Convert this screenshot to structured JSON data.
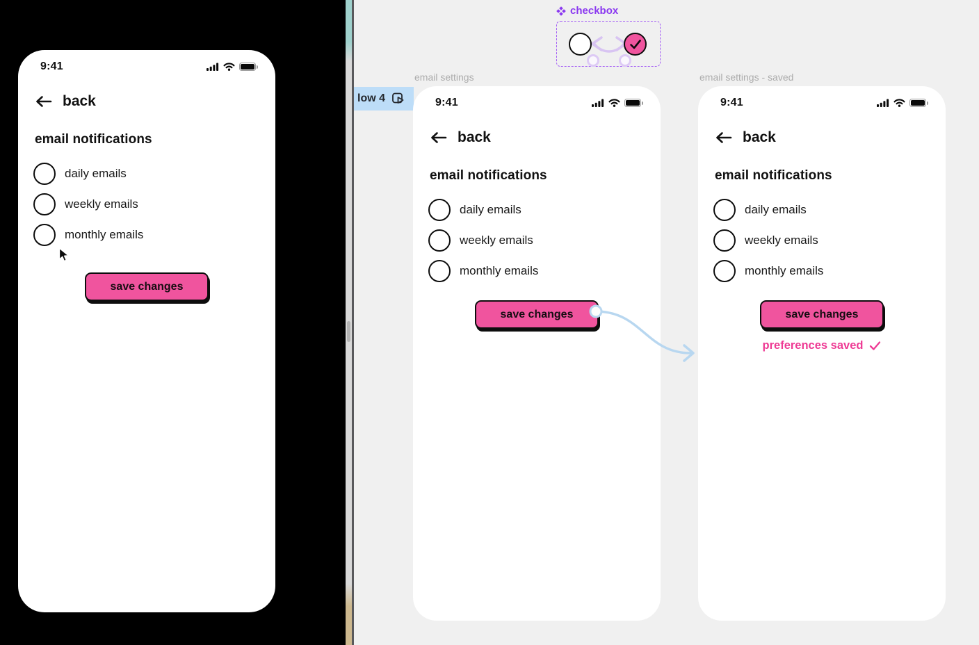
{
  "component": {
    "label": "checkbox",
    "icon": "four-diamonds-component-icon",
    "states": [
      "unchecked",
      "checked"
    ]
  },
  "flow_label": {
    "text": "low 4",
    "icon": "present-play-icon"
  },
  "frames": [
    {
      "status_time": "9:41",
      "back_label": "back",
      "title": "email notifications",
      "options": [
        "daily emails",
        "weekly emails",
        "monthly emails"
      ],
      "save_button": "save changes"
    },
    {
      "label": "email settings",
      "status_time": "9:41",
      "back_label": "back",
      "title": "email notifications",
      "options": [
        "daily emails",
        "weekly emails",
        "monthly emails"
      ],
      "save_button": "save changes"
    },
    {
      "label": "email settings - saved",
      "status_time": "9:41",
      "back_label": "back",
      "title": "email notifications",
      "options": [
        "daily emails",
        "weekly emails",
        "monthly emails"
      ],
      "save_button": "save changes",
      "saved_message": "preferences saved"
    }
  ],
  "colors": {
    "accent_pink": "#f0549e",
    "saved_text_pink": "#ee3a94",
    "component_purple": "#8a38f0",
    "component_border_purple": "#a25af5",
    "interaction_arrow_purple": "#d8c4f2",
    "connector_blue": "#b8d7f0",
    "flow_label_bg": "#bdddf8",
    "canvas_bg": "#f0f0f0",
    "preview_bg": "#000000"
  }
}
